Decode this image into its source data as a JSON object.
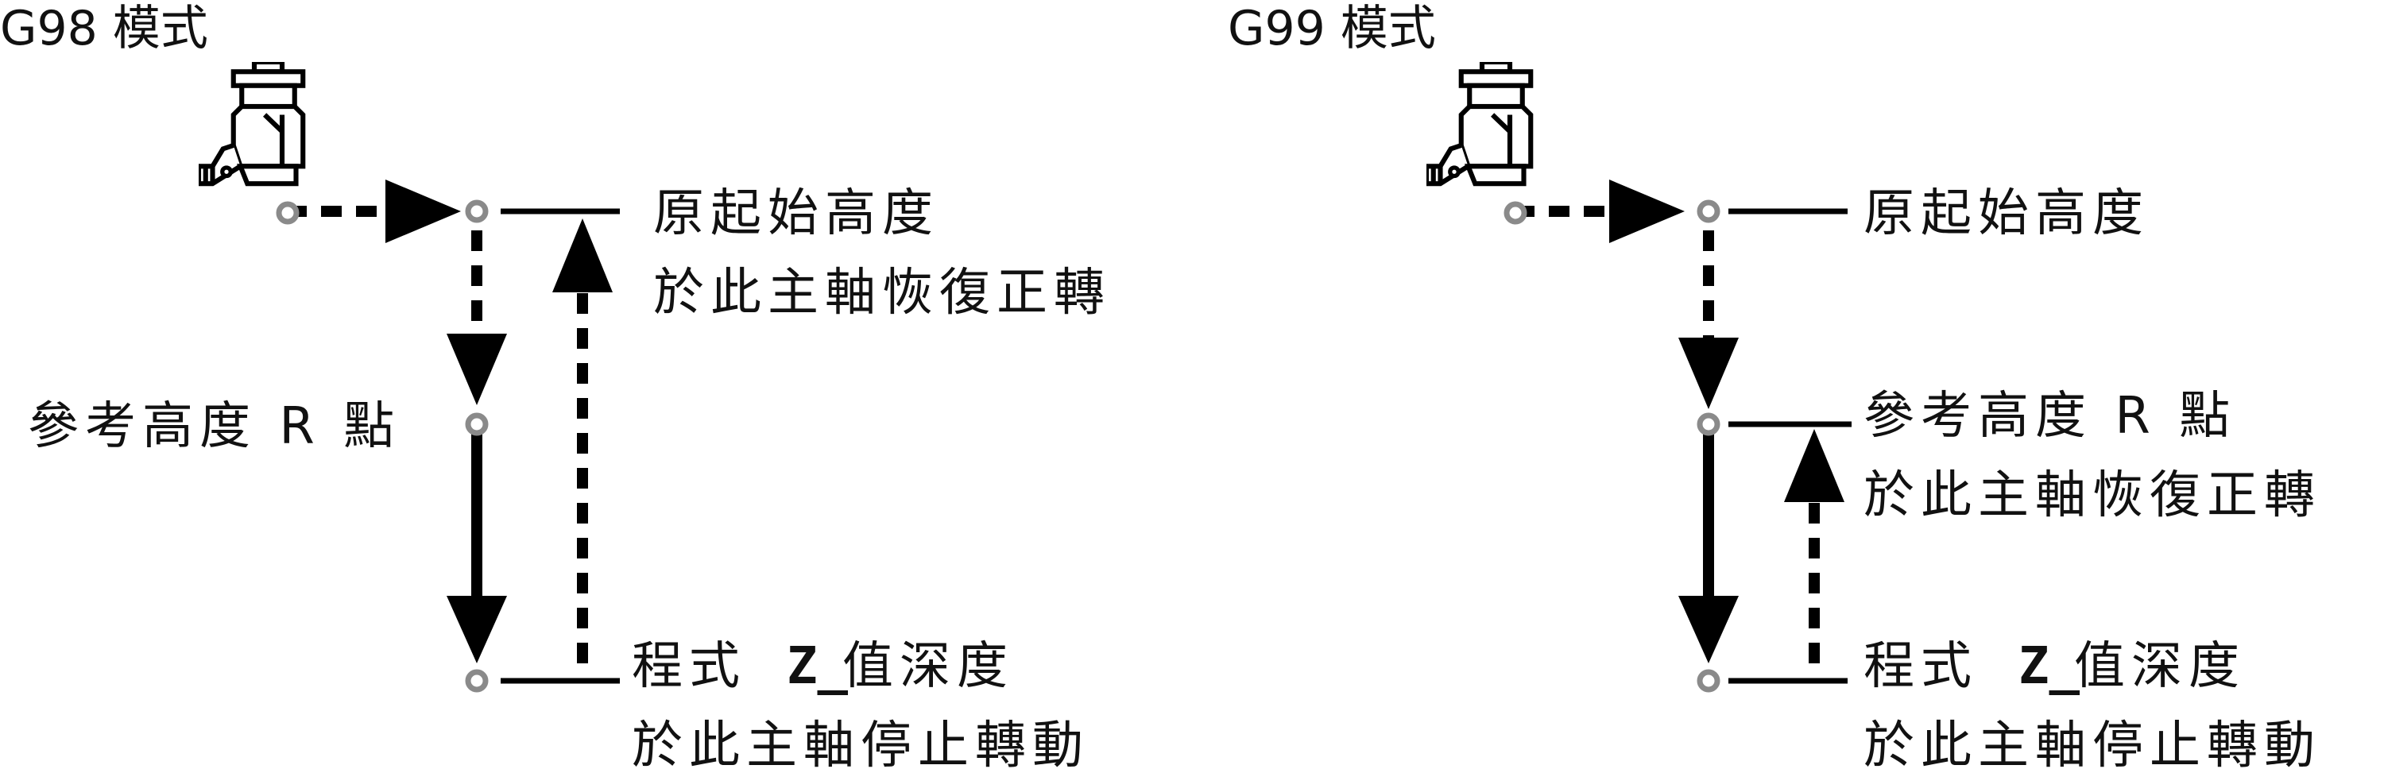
{
  "left": {
    "title": "G98 模式",
    "initial_height": "原起始高度",
    "spindle_resume": "於此主軸恢復正轉",
    "r_point": "參考高度 R 點",
    "z_program": "程式",
    "z_letter": "Z_",
    "z_depth": "值深度",
    "spindle_stop": "於此主軸停止轉動"
  },
  "right": {
    "title": "G99 模式",
    "initial_height": "原起始高度",
    "r_point": "參考高度 R 點",
    "spindle_resume": "於此主軸恢復正轉",
    "z_program": "程式",
    "z_letter": "Z_",
    "z_depth": "值深度",
    "spindle_stop": "於此主軸停止轉動"
  },
  "colors": {
    "line": "#000000",
    "node": "#8a8a8a",
    "background": "#ffffff"
  },
  "icons": {
    "tool": "spindle-tool-icon",
    "node": "circle-node-icon"
  }
}
